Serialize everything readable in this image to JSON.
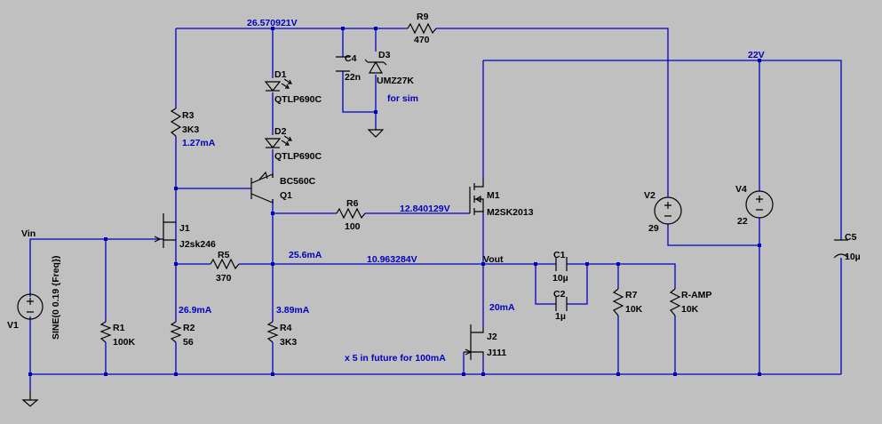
{
  "schematic": {
    "nodes": {
      "top_voltage": "26.570921V",
      "rail_22v": "22V",
      "gate_voltage": "12.840129V",
      "vout_voltage": "10.963284V",
      "vout": "Vout",
      "vin": "Vin"
    },
    "annotations": {
      "r3_current": "1.27mA",
      "r5_current": "25.6mA",
      "r2_current": "26.9mA",
      "r4_current": "3.89mA",
      "j2_current": "20mA",
      "future_note": "x 5 in future for 100mA",
      "for_sim": "for sim"
    },
    "components": {
      "r9": {
        "ref": "R9",
        "value": "470"
      },
      "c4": {
        "ref": "C4",
        "value": "22n"
      },
      "d3": {
        "ref": "D3",
        "value": "UMZ27K"
      },
      "d1": {
        "ref": "D1",
        "value": "QTLP690C"
      },
      "d2": {
        "ref": "D2",
        "value": "QTLP690C"
      },
      "r3": {
        "ref": "R3",
        "value": "3K3"
      },
      "q1": {
        "ref": "Q1",
        "value": "BC560C"
      },
      "r6": {
        "ref": "R6",
        "value": "100"
      },
      "m1": {
        "ref": "M1",
        "value": "M2SK2013"
      },
      "j1": {
        "ref": "J1",
        "value": "J2sk246"
      },
      "r5": {
        "ref": "R5",
        "value": "370"
      },
      "c1": {
        "ref": "C1",
        "value": "10µ"
      },
      "c2": {
        "ref": "C2",
        "value": "1µ"
      },
      "r7": {
        "ref": "R7",
        "value": "10K"
      },
      "r_amp": {
        "ref": "R-AMP",
        "value": "10K"
      },
      "v2": {
        "ref": "V2",
        "value": "29"
      },
      "v4": {
        "ref": "V4",
        "value": "22"
      },
      "c5": {
        "ref": "C5",
        "value": "10µ"
      },
      "v1": {
        "ref": "V1",
        "value": "SINE(0 0.19 {Freq})"
      },
      "r1": {
        "ref": "R1",
        "value": "100K"
      },
      "r2": {
        "ref": "R2",
        "value": "56"
      },
      "r4": {
        "ref": "R4",
        "value": "3K3"
      },
      "j2": {
        "ref": "J2",
        "value": "J111"
      }
    },
    "colors": {
      "background": "#c0c0c0",
      "wire": "#0000c0",
      "component": "#000000",
      "annotation": "#0000c0"
    }
  }
}
